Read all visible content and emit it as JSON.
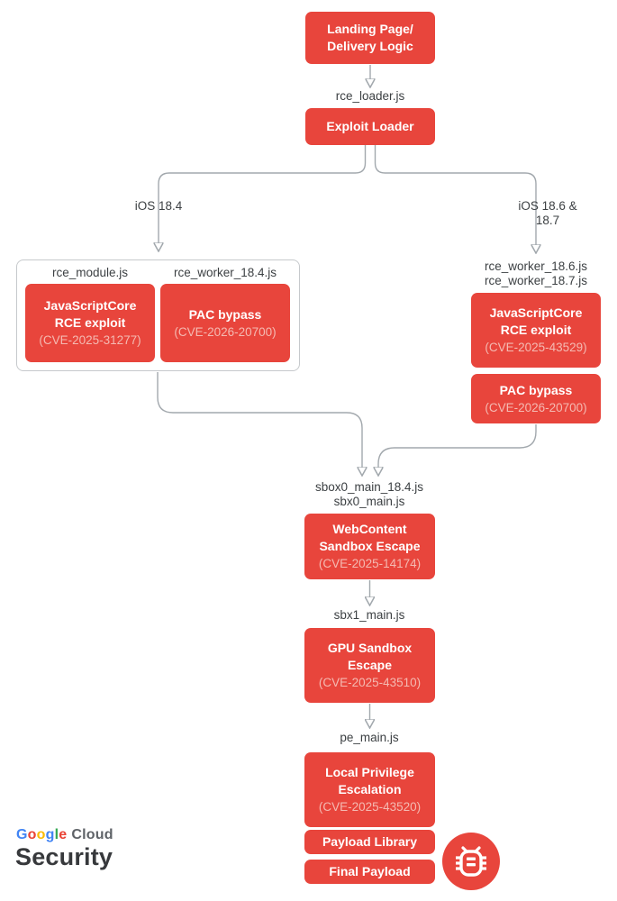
{
  "palette": {
    "box_red": "#E8453C",
    "box_text": "#FFFFFF",
    "cve_text": "#F4BAB2",
    "line_gray": "#A2A8AD",
    "label_text": "#3C4043",
    "group_border": "#C6C9CC",
    "cloud_gray": "#5F6368",
    "security_text": "#37393C"
  },
  "nodes": {
    "landing": {
      "title": "Landing Page/\nDelivery Logic"
    },
    "exploit_loader": {
      "title": "Exploit Loader"
    },
    "jsc_rce_184": {
      "title": "JavaScriptCore\nRCE exploit",
      "cve": "(CVE-2025-31277)"
    },
    "pac_bypass_184": {
      "title": "PAC bypass",
      "cve": "(CVE-2026-20700)"
    },
    "jsc_rce_186": {
      "title": "JavaScriptCore\nRCE exploit",
      "cve": "(CVE-2025-43529)"
    },
    "pac_bypass_186": {
      "title": "PAC bypass",
      "cve": "(CVE-2026-20700)"
    },
    "webcontent_escape": {
      "title": "WebContent\nSandbox Escape",
      "cve": "(CVE-2025-14174)"
    },
    "gpu_escape": {
      "title": "GPU Sandbox\nEscape",
      "cve": "(CVE-2025-43510)"
    },
    "local_priv_esc": {
      "title": "Local Privilege\nEscalation",
      "cve": "(CVE-2025-43520)"
    },
    "payload_library": {
      "title": "Payload Library"
    },
    "final_payload": {
      "title": "Final Payload"
    }
  },
  "edge_labels": {
    "rce_loader": "rce_loader.js",
    "ios_184": "iOS 18.4",
    "ios_186_187": "iOS 18.6 & 18.7",
    "rce_module": "rce_module.js",
    "rce_worker_184": "rce_worker_18.4.js",
    "rce_worker_186_187": "rce_worker_18.6.js\nrce_worker_18.7.js",
    "sbox0_main": "sbox0_main_18.4.js\nsbx0_main.js",
    "sbx1_main": "sbx1_main.js",
    "pe_main": "pe_main.js"
  },
  "footer": {
    "google_letters": [
      {
        "ch": "G",
        "color": "#4285F4"
      },
      {
        "ch": "o",
        "color": "#EA4335"
      },
      {
        "ch": "o",
        "color": "#FBBC04"
      },
      {
        "ch": "g",
        "color": "#4285F4"
      },
      {
        "ch": "l",
        "color": "#34A853"
      },
      {
        "ch": "e",
        "color": "#EA4335"
      }
    ],
    "cloud_label": "Cloud",
    "security_label": "Security",
    "badge_icon": "bug-icon"
  }
}
